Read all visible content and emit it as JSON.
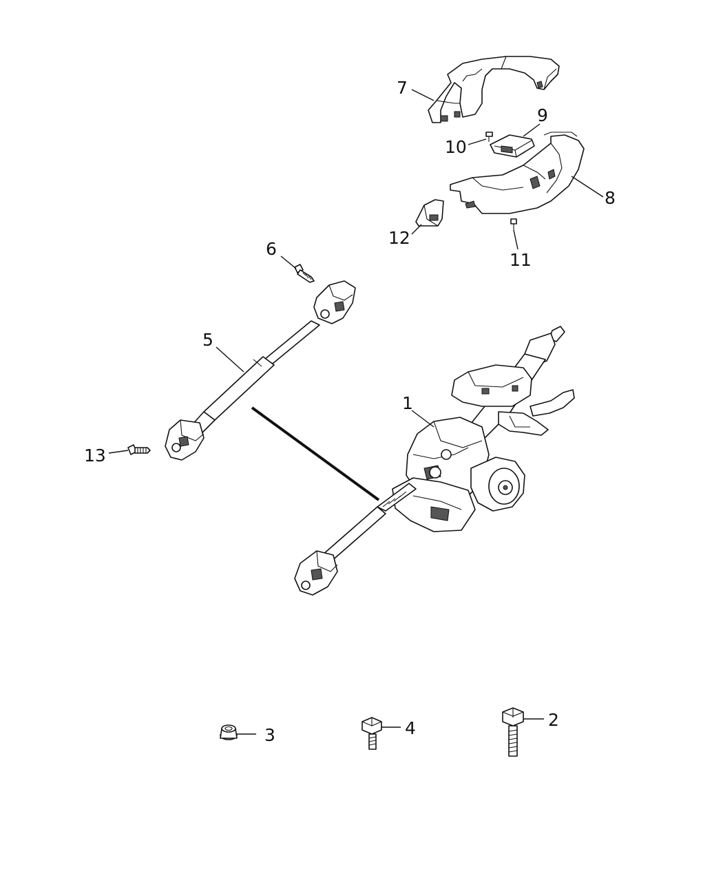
{
  "diagram": {
    "type": "exploded-parts-view",
    "callouts": [
      {
        "id": "c1",
        "label": "1"
      },
      {
        "id": "c2",
        "label": "2"
      },
      {
        "id": "c3",
        "label": "3"
      },
      {
        "id": "c4",
        "label": "4"
      },
      {
        "id": "c5",
        "label": "5"
      },
      {
        "id": "c6",
        "label": "6"
      },
      {
        "id": "c7",
        "label": "7"
      },
      {
        "id": "c8",
        "label": "8"
      },
      {
        "id": "c9",
        "label": "9"
      },
      {
        "id": "c10",
        "label": "10"
      },
      {
        "id": "c11",
        "label": "11"
      },
      {
        "id": "c12",
        "label": "12"
      },
      {
        "id": "c13",
        "label": "13"
      }
    ]
  }
}
